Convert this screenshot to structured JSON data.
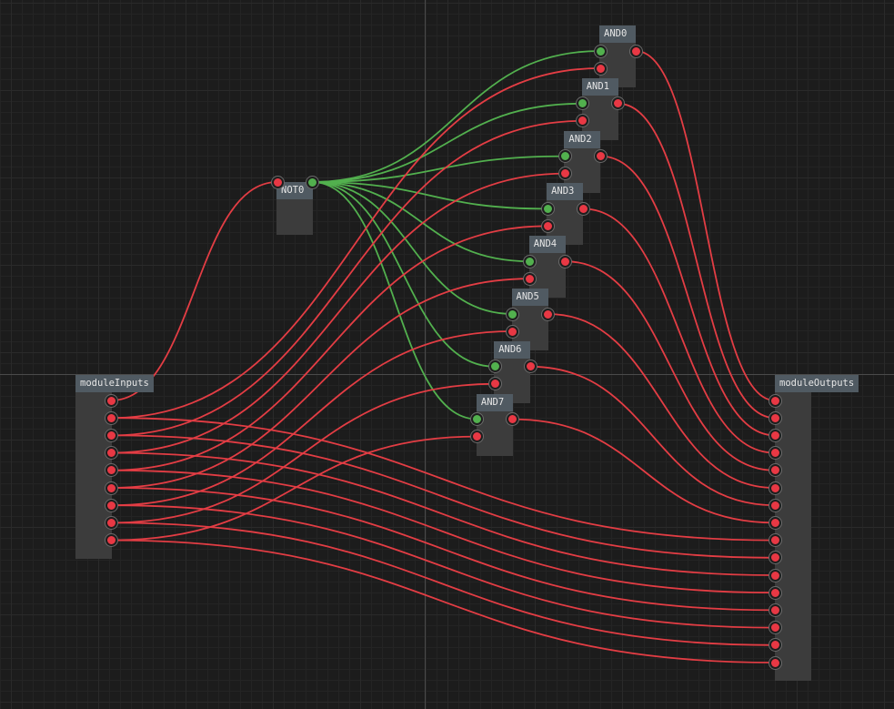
{
  "colors": {
    "canvas_bg": "#1c1c1c",
    "wire_on": "#52b04e",
    "wire_off": "#e33d44",
    "port_on": "#52b04e",
    "port_off": "#e83844",
    "node_body": "#3c3c3c",
    "node_title_bg": "#505a62"
  },
  "nodes": {
    "module_inputs": {
      "title": "moduleInputs",
      "output_count": 9
    },
    "module_outputs": {
      "title": "moduleOutputs",
      "input_count": 16
    },
    "not0": {
      "title": "NOT0"
    },
    "and_gates": [
      {
        "title": "AND0"
      },
      {
        "title": "AND1"
      },
      {
        "title": "AND2"
      },
      {
        "title": "AND3"
      },
      {
        "title": "AND4"
      },
      {
        "title": "AND5"
      },
      {
        "title": "AND6"
      },
      {
        "title": "AND7"
      }
    ]
  }
}
